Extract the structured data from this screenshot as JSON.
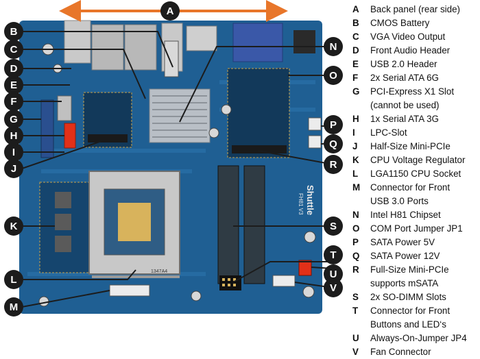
{
  "callouts": {
    "A": "A",
    "B": "B",
    "C": "C",
    "D": "D",
    "E": "E",
    "F": "F",
    "G": "G",
    "H": "H",
    "I": "I",
    "J": "J",
    "K": "K",
    "L": "L",
    "M": "M",
    "N": "N",
    "O": "O",
    "P": "P",
    "Q": "Q",
    "R": "R",
    "S": "S",
    "T": "T",
    "U": "U",
    "V": "V"
  },
  "board_labels": {
    "brand": "Shuttle",
    "model": "FH81 V3",
    "chip_code": "1347A4"
  },
  "legend": [
    {
      "letter": "A",
      "lines": [
        "Back panel (rear side)"
      ]
    },
    {
      "letter": "B",
      "lines": [
        "CMOS Battery"
      ]
    },
    {
      "letter": "C",
      "lines": [
        "VGA Video Output"
      ]
    },
    {
      "letter": "D",
      "lines": [
        "Front Audio Header"
      ]
    },
    {
      "letter": "E",
      "lines": [
        "USB 2.0 Header"
      ]
    },
    {
      "letter": "F",
      "lines": [
        "2x Serial ATA 6G"
      ]
    },
    {
      "letter": "G",
      "lines": [
        "PCI-Express X1 Slot",
        "(cannot be used)"
      ]
    },
    {
      "letter": "H",
      "lines": [
        "1x Serial ATA 3G"
      ]
    },
    {
      "letter": "I",
      "lines": [
        "LPC-Slot"
      ]
    },
    {
      "letter": "J",
      "lines": [
        "Half-Size Mini-PCIe"
      ]
    },
    {
      "letter": "K",
      "lines": [
        "CPU Voltage Regulator"
      ]
    },
    {
      "letter": "L",
      "lines": [
        "LGA1150 CPU Socket"
      ]
    },
    {
      "letter": "M",
      "lines": [
        "Connector for Front",
        "USB 3.0 Ports"
      ]
    },
    {
      "letter": "N",
      "lines": [
        "Intel H81 Chipset"
      ]
    },
    {
      "letter": "O",
      "lines": [
        "COM Port Jumper JP1"
      ]
    },
    {
      "letter": "P",
      "lines": [
        "SATA Power 5V"
      ]
    },
    {
      "letter": "Q",
      "lines": [
        "SATA Power 12V"
      ]
    },
    {
      "letter": "R",
      "lines": [
        "Full-Size Mini-PCIe",
        "supports mSATA"
      ]
    },
    {
      "letter": "S",
      "lines": [
        "2x SO-DIMM Slots"
      ]
    },
    {
      "letter": "T",
      "lines": [
        "Connector for Front",
        "Buttons and LED‘s"
      ]
    },
    {
      "letter": "U",
      "lines": [
        "Always-On-Jumper JP4"
      ]
    },
    {
      "letter": "V",
      "lines": [
        "Fan Connector"
      ]
    }
  ],
  "colors": {
    "pcb": "#1f5f93",
    "pcb_dark": "#0f3d63",
    "callout": "#1c1c1c",
    "arrow": "#e8762a",
    "socket": "#c8c8c8",
    "sata": "#e23018",
    "dimm": "#2f3b44"
  }
}
